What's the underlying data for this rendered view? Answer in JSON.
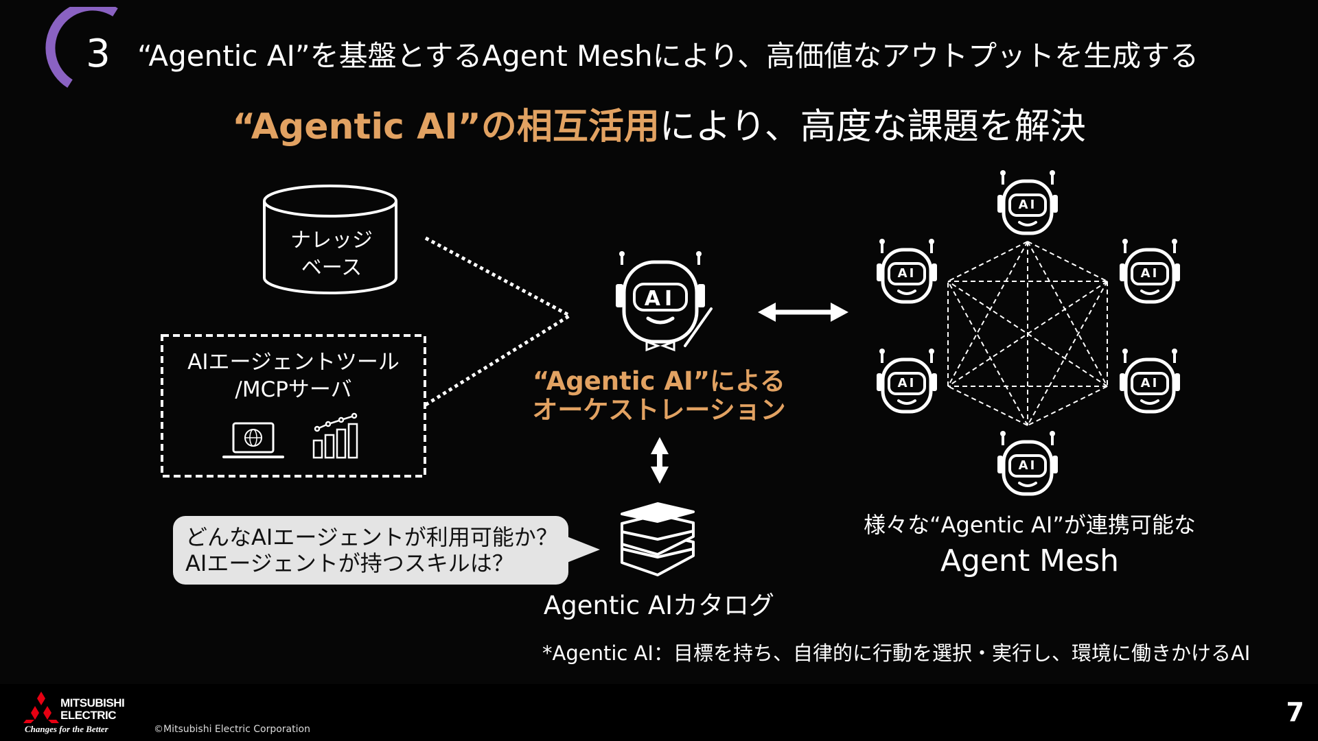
{
  "header": {
    "section_number": "3",
    "title": "“Agentic AI”を基盤とするAgent Meshにより、高価値なアウトプットを生成する",
    "accent_color": "#8a62c2"
  },
  "subtitle": {
    "highlight": "“Agentic AI”の相互活用",
    "rest": "により、高度な課題を解決",
    "highlight_color": "#e2a262"
  },
  "knowledge_base": {
    "line1": "ナレッジ",
    "line2": "ベース"
  },
  "tools_box": {
    "line1": "AIエージェントツール",
    "line2": "/MCPサーバ",
    "icons": [
      "laptop-globe-icon",
      "bar-chart-icon"
    ]
  },
  "orchestrator": {
    "robot_label": "AI",
    "line1": "“Agentic AI”による",
    "line2": "オーケストレーション"
  },
  "catalog": {
    "bubble_line1": "どんなAIエージェントが利用可能か？",
    "bubble_line2": "AIエージェントが持つスキルは？",
    "label": "Agentic AIカタログ"
  },
  "mesh": {
    "robot_labels": [
      "AI",
      "AI",
      "AI",
      "AI",
      "AI",
      "AI"
    ],
    "caption": "様々な“Agentic AI”が連携可能な",
    "name": "Agent Mesh"
  },
  "footnote": "*Agentic AI：目標を持ち、自律的に行動を選択・実行し、環境に働きかけるAI",
  "footer": {
    "logo_line1": "MITSUBISHI",
    "logo_line2": "ELECTRIC",
    "logo_tagline": "Changes for the Better",
    "logo_color": "#e60012",
    "copyright": "©Mitsubishi Electric Corporation",
    "page_number": "7"
  }
}
